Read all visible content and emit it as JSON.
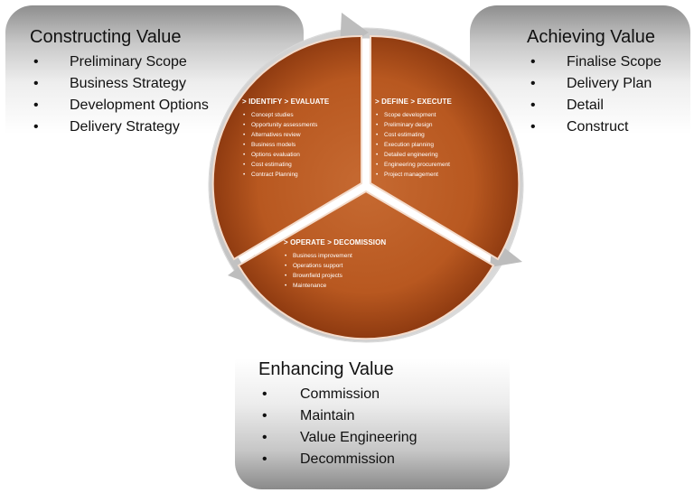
{
  "constructing": {
    "title": "Constructing Value",
    "items": [
      "Preliminary Scope",
      "Business Strategy",
      "Development Options",
      "Delivery Strategy"
    ]
  },
  "achieving": {
    "title": "Achieving Value",
    "items": [
      "Finalise Scope",
      "Delivery Plan",
      "Detail",
      "Construct"
    ]
  },
  "enhancing": {
    "title": "Enhancing Value",
    "items": [
      "Commission",
      "Maintain",
      "Value Engineering",
      "Decommission"
    ]
  },
  "wheel": {
    "identify": {
      "title": "> IDENTIFY > EVALUATE",
      "items": [
        "Concept studies",
        "Opportunity assessments",
        "Alternatives review",
        "Business models",
        "Options evaluation",
        "Cost estimating",
        "Contract Planning"
      ]
    },
    "define": {
      "title": "> DEFINE > EXECUTE",
      "items": [
        "Scope development",
        "Preliminary design",
        "Cost estimating",
        "Execution planning",
        "Detailed engineering",
        "Engineering procurement",
        "Project management"
      ]
    },
    "operate": {
      "title": "> OPERATE > DECOMISSION",
      "items": [
        "Business improvement",
        "Operations support",
        "Brownfield projects",
        "Maintenance"
      ]
    }
  },
  "colors": {
    "segment": "#c2622a",
    "segment_dark": "#8e3a10",
    "ring": "#c9c9c9"
  }
}
